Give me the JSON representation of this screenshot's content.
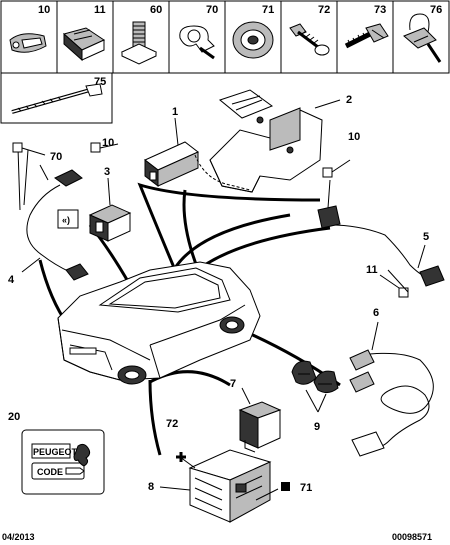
{
  "fastener_panel": {
    "items": [
      {
        "ref": "10",
        "icon": "clip-icon"
      },
      {
        "ref": "11",
        "icon": "grommet-clip-icon"
      },
      {
        "ref": "60",
        "icon": "stud-icon"
      },
      {
        "ref": "70",
        "icon": "cable-clamp-icon"
      },
      {
        "ref": "71",
        "icon": "washer-icon"
      },
      {
        "ref": "72",
        "icon": "screw-icon"
      },
      {
        "ref": "73",
        "icon": "bolt-icon"
      },
      {
        "ref": "76",
        "icon": "tie-clip-icon"
      }
    ],
    "tie_ref": "75"
  },
  "callouts": {
    "c1": "1",
    "c2": "2",
    "c3": "3",
    "c4": "4",
    "c5": "5",
    "c6": "6",
    "c7": "7",
    "c8": "8",
    "c9": "9",
    "c10a": "10",
    "c10b": "10",
    "c11": "11",
    "c20": "20",
    "c70": "70",
    "c71": "71",
    "c72": "72"
  },
  "code_card": {
    "brand": "PEUGEOT",
    "code_label": "CODE"
  },
  "footer": {
    "date": "04/2013",
    "ref_number": "00098571"
  }
}
